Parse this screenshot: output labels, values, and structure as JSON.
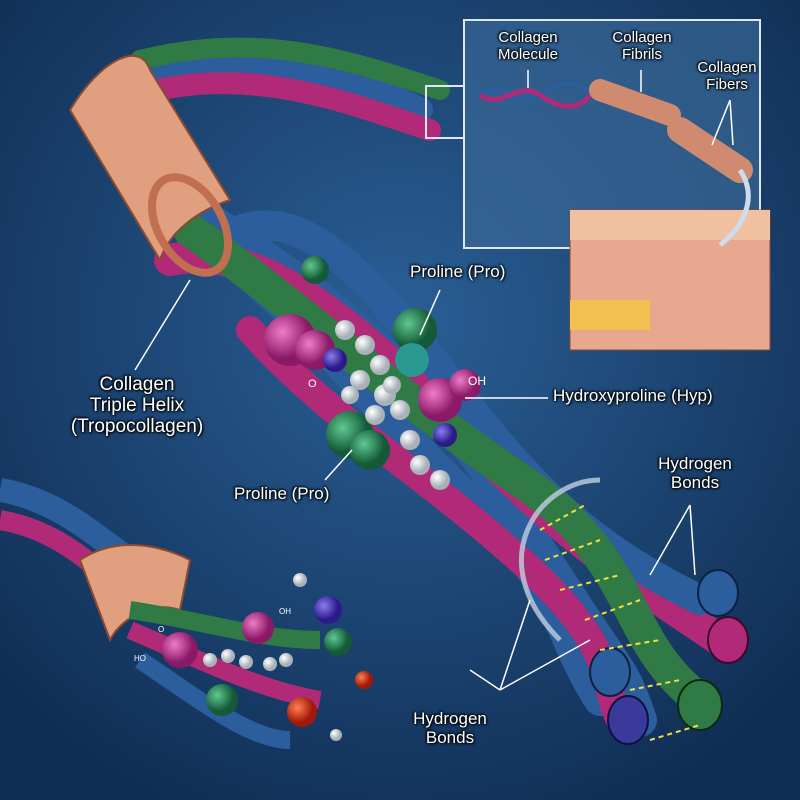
{
  "inset": {
    "molecule": "Collagen\nMolecule",
    "fibrils": "Collagen\nFibrils",
    "fibers": "Collagen\nFibers"
  },
  "labels": {
    "proline_top": "Proline (Pro)",
    "proline_bottom": "Proline (Pro)",
    "hydroxyproline": "Hydroxyproline (Hyp)",
    "triple_helix_line1": "Collagen",
    "triple_helix_line2": "Triple Helix",
    "triple_helix_line3": "(Tropocollagen)",
    "hbonds_right": "Hydrogen\nBonds",
    "hbonds_bottom": "Hydrogen\nBonds"
  },
  "chem": {
    "oh_main": "OH",
    "o_main": "O",
    "oh_small": "OH",
    "ho_small": "HO",
    "o_small": "O"
  },
  "colors": {
    "background": "#153a66",
    "strand_blue": "#2c5d9c",
    "strand_magenta": "#b02a78",
    "strand_green": "#2f7a45",
    "sheath": "#e0a080",
    "hbond": "#f0e040"
  }
}
